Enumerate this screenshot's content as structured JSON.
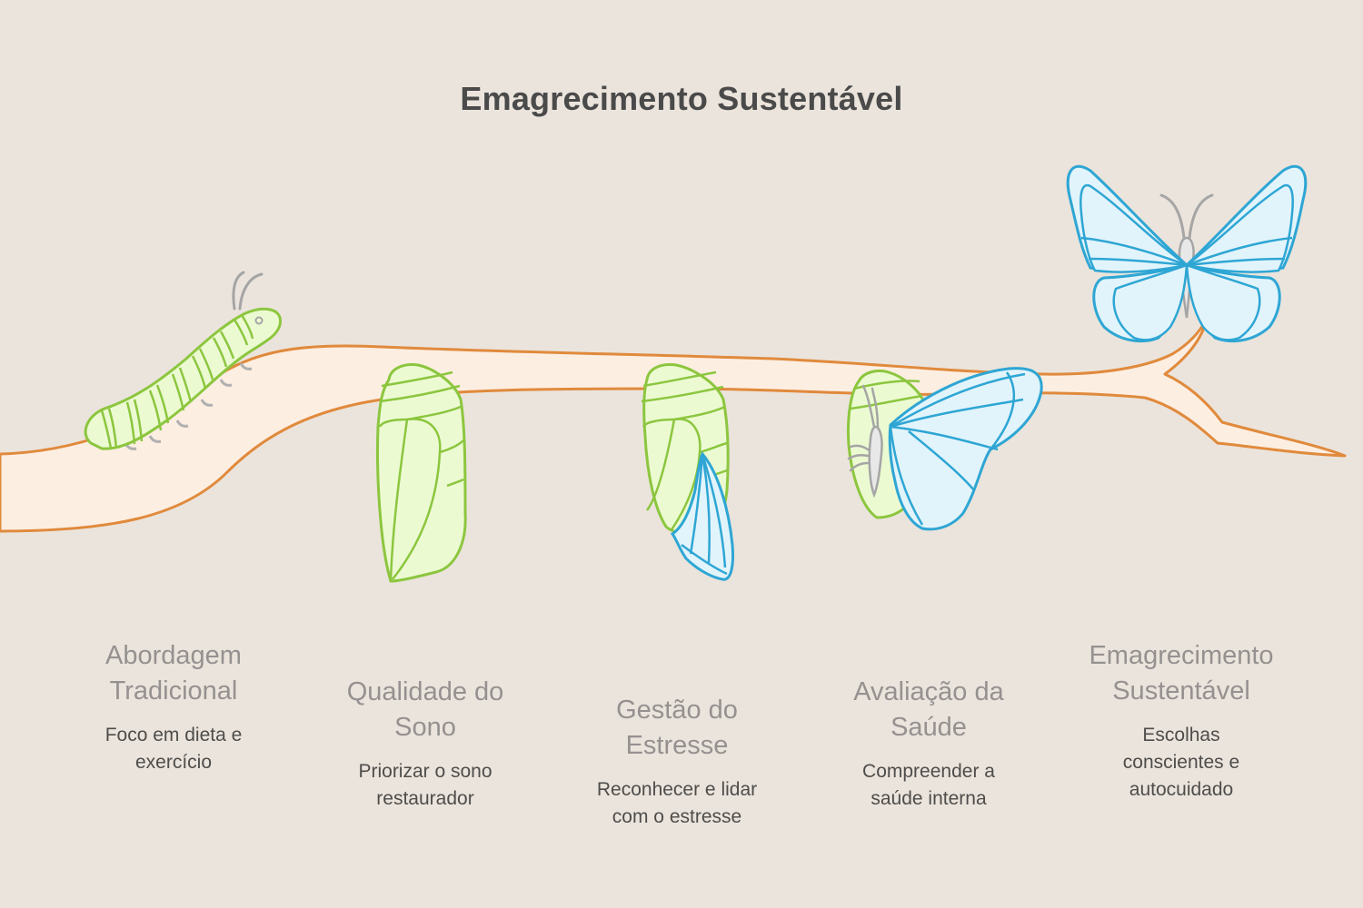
{
  "title": "Emagrecimento Sustentável",
  "colors": {
    "background": "#ebe4dc",
    "branch_fill": "#fdeee2",
    "branch_stroke": "#e08a3c",
    "green_fill": "#ecfad2",
    "green_stroke": "#8cc63f",
    "blue_fill": "#e2f4fb",
    "blue_stroke": "#2ea6d4",
    "gray": "#a5a5a5",
    "title_color": "#4a4a4a",
    "stage_title_color": "#959190",
    "stage_desc_color": "#4e4d4b"
  },
  "stages": [
    {
      "icon": "caterpillar-icon",
      "title_line1": "Abordagem",
      "title_line2": "Tradicional",
      "desc_line1": "Foco em dieta e",
      "desc_line2": "exercício"
    },
    {
      "icon": "chrysalis-icon",
      "title_line1": "Qualidade do",
      "title_line2": "Sono",
      "desc_line1": "Priorizar o sono",
      "desc_line2": "restaurador"
    },
    {
      "icon": "chrysalis-emerging-wing-icon",
      "title_line1": "Gestão do",
      "title_line2": "Estresse",
      "desc_line1": "Reconhecer e lidar",
      "desc_line2": "com o estresse"
    },
    {
      "icon": "butterfly-emerging-icon",
      "title_line1": "Avaliação da",
      "title_line2": "Saúde",
      "desc_line1": "Compreender a",
      "desc_line2": "saúde interna"
    },
    {
      "icon": "butterfly-icon",
      "title_line1": "Emagrecimento",
      "title_line2": "Sustentável",
      "desc_line1": "Escolhas",
      "desc_line2": "conscientes e",
      "desc_line3": "autocuidado"
    }
  ]
}
